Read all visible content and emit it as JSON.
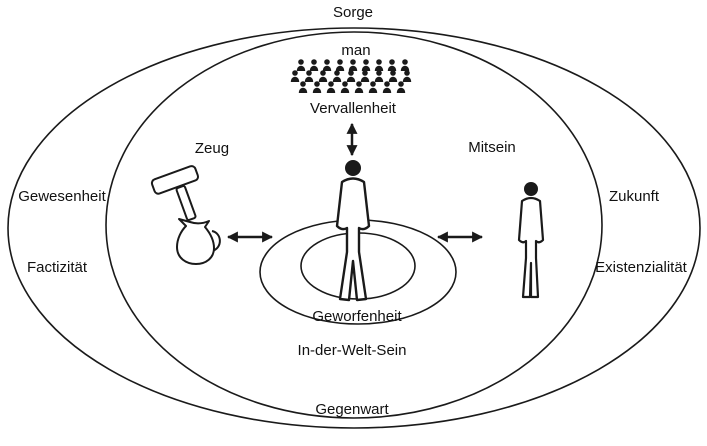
{
  "page": {
    "background": "#ffffff",
    "stroke_color": "#1a1a1a"
  },
  "labels": {
    "sorge": "Sorge",
    "man": "man",
    "vervallenheit": "Vervallenheit",
    "zeug": "Zeug",
    "mitsein": "Mitsein",
    "gewesenheit": "Gewesenheit",
    "factizitaet": "Factizität",
    "zukunft": "Zukunft",
    "existenzialitaet": "Existenzialität",
    "geworfenheit": "Geworfenheit",
    "in_der_welt_sein": "In-der-Welt-Sein",
    "gegenwart": "Gegenwart"
  },
  "icons": {
    "crowd": "crowd-of-people-icon",
    "hammer": "hammer-icon",
    "jug": "jug-icon",
    "central_figure": "standing-person-icon",
    "right_figure": "standing-person-icon",
    "vertical_arrow": "double-headed-arrow-icon",
    "left_arrow": "double-headed-arrow-icon",
    "right_arrow": "double-headed-arrow-icon"
  }
}
